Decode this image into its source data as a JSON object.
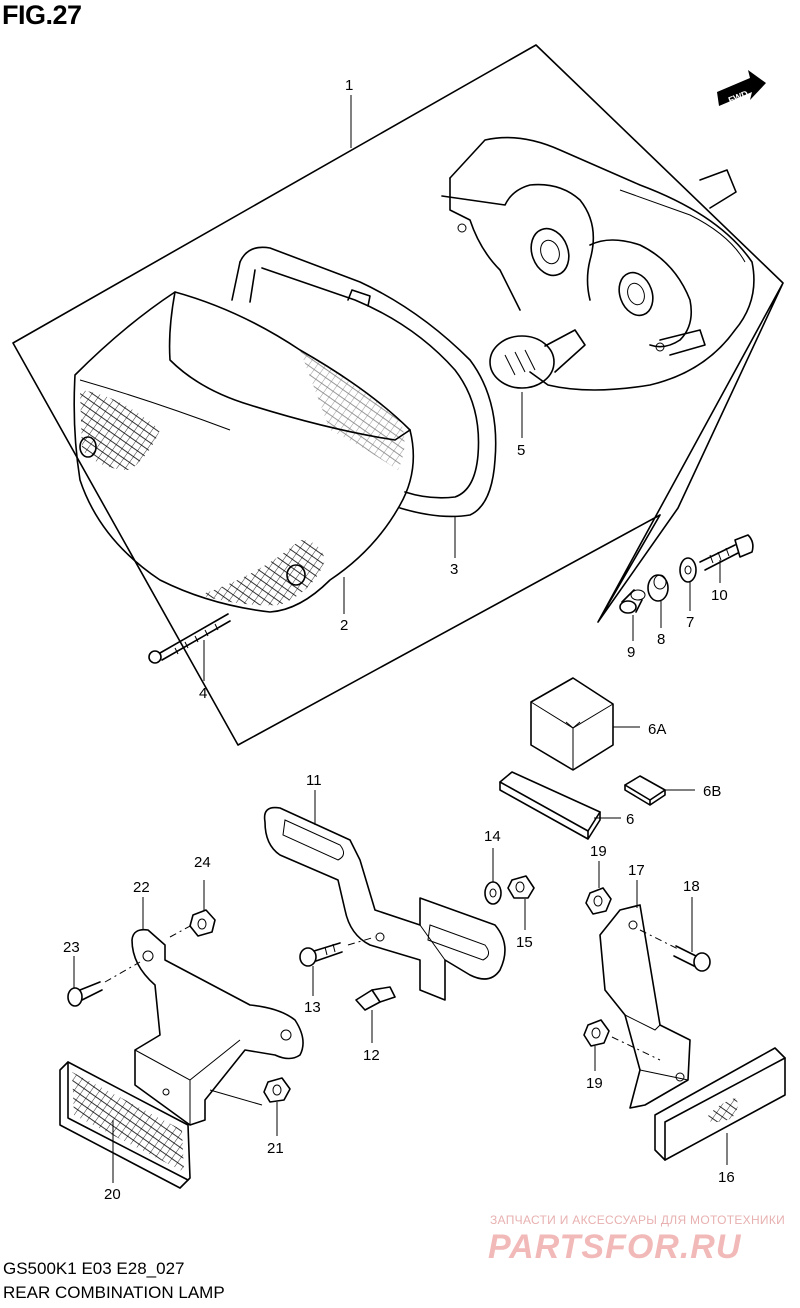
{
  "header": {
    "figure": "FIG.27"
  },
  "footer": {
    "model_code": "GS500K1  E03  E28_027",
    "part_name": "REAR COMBINATION LAMP"
  },
  "direction": {
    "arrow_label": "FWD"
  },
  "watermark": {
    "tagline": "ЗАПЧАСТИ И АКСЕССУАРЫ ДЛЯ МОТОТЕХНИКИ",
    "logo": "PARTSFOR.RU"
  },
  "callouts": {
    "c1": "1",
    "c2": "2",
    "c3": "3",
    "c4": "4",
    "c5": "5",
    "c6": "6",
    "c6A": "6A",
    "c6B": "6B",
    "c7": "7",
    "c8": "8",
    "c9": "9",
    "c10": "10",
    "c11": "11",
    "c12": "12",
    "c13": "13",
    "c14": "14",
    "c15": "15",
    "c16": "16",
    "c17": "17",
    "c18": "18",
    "c19a": "19",
    "c19b": "19",
    "c20": "20",
    "c21": "21",
    "c22": "22",
    "c23": "23",
    "c24": "24"
  }
}
